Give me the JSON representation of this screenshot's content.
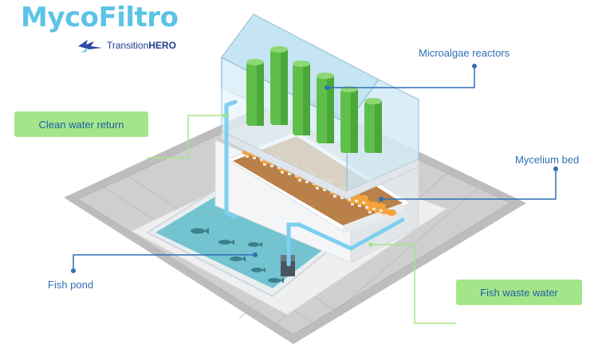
{
  "brand": {
    "title": "MycoFiltro",
    "sub_prefix": "Transition",
    "sub_suffix": "HERO"
  },
  "labels": {
    "microalgae": "Microalgae reactors",
    "clean_water": "Clean water return",
    "mycelium": "Mycelium bed",
    "fish_pond": "Fish pond",
    "fish_waste": "Fish waste water"
  },
  "colors": {
    "brand": "#5bc3e6",
    "callout_blue": "#2f6fb3",
    "callout_green_box": "#a5e58a",
    "pipe_blue": "#7ccff0",
    "pond_water": "#7fc9d6"
  }
}
